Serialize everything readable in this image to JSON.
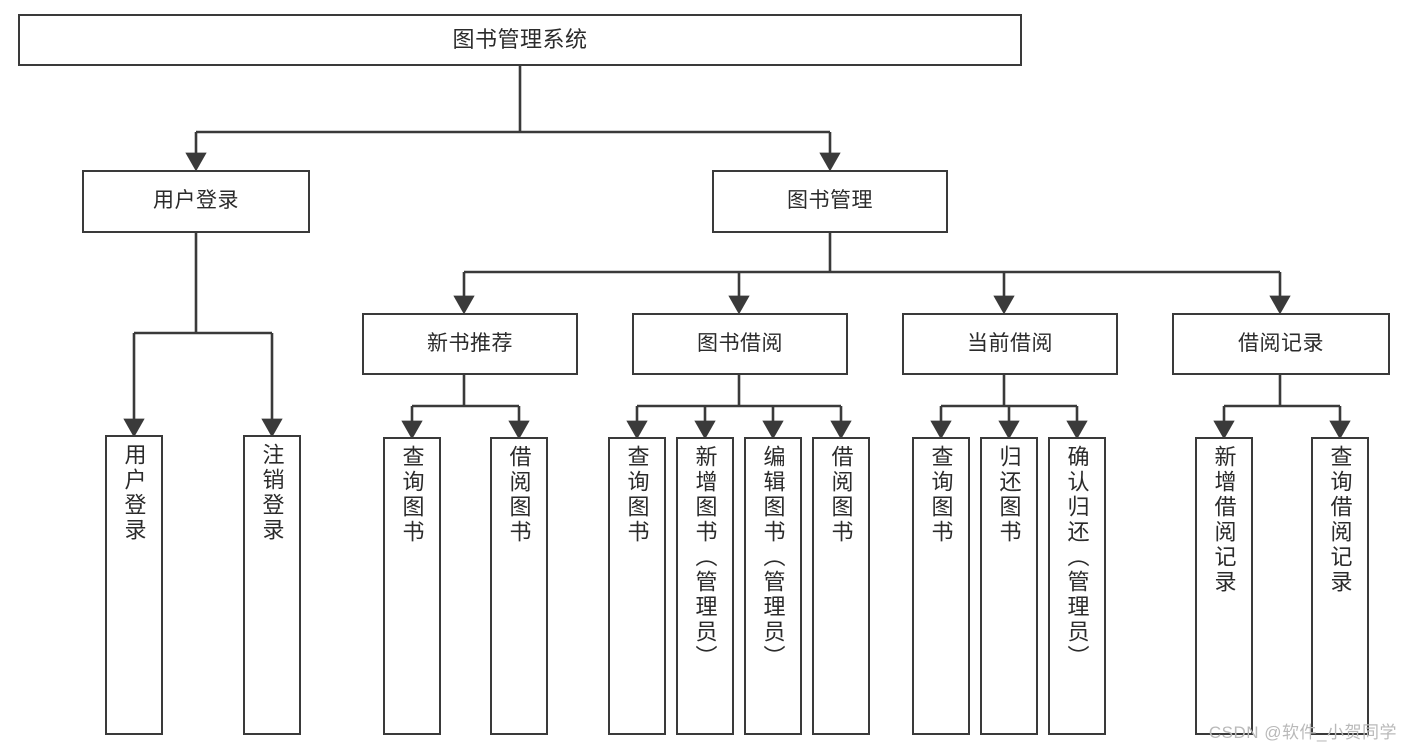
{
  "diagram": {
    "title": "图书管理系统",
    "type": "tree-hierarchy-chart",
    "stroke_color": "#3a3a3a",
    "text_color": "#2b2b2b",
    "background_color": "#ffffff",
    "watermark": "CSDN @软件_小贺同学"
  },
  "nodes": {
    "root": {
      "label": "图书管理系统"
    },
    "level2": [
      {
        "label": "用户登录"
      },
      {
        "label": "图书管理"
      }
    ],
    "level3": [
      {
        "label": "新书推荐"
      },
      {
        "label": "图书借阅"
      },
      {
        "label": "当前借阅"
      },
      {
        "label": "借阅记录"
      }
    ],
    "leaves": {
      "user_login": [
        {
          "label": "用户登录"
        },
        {
          "label": "注销登录"
        }
      ],
      "new_book_recommend": [
        {
          "label": "查询图书"
        },
        {
          "label": "借阅图书"
        }
      ],
      "book_borrow": [
        {
          "label": "查询图书"
        },
        {
          "label": "新增图书（管理员）"
        },
        {
          "label": "编辑图书（管理员）"
        },
        {
          "label": "借阅图书"
        }
      ],
      "current_borrow": [
        {
          "label": "查询图书"
        },
        {
          "label": "归还图书"
        },
        {
          "label": "确认归还（管理员）"
        }
      ],
      "borrow_record": [
        {
          "label": "新增借阅记录"
        },
        {
          "label": "查询借阅记录"
        }
      ]
    }
  }
}
